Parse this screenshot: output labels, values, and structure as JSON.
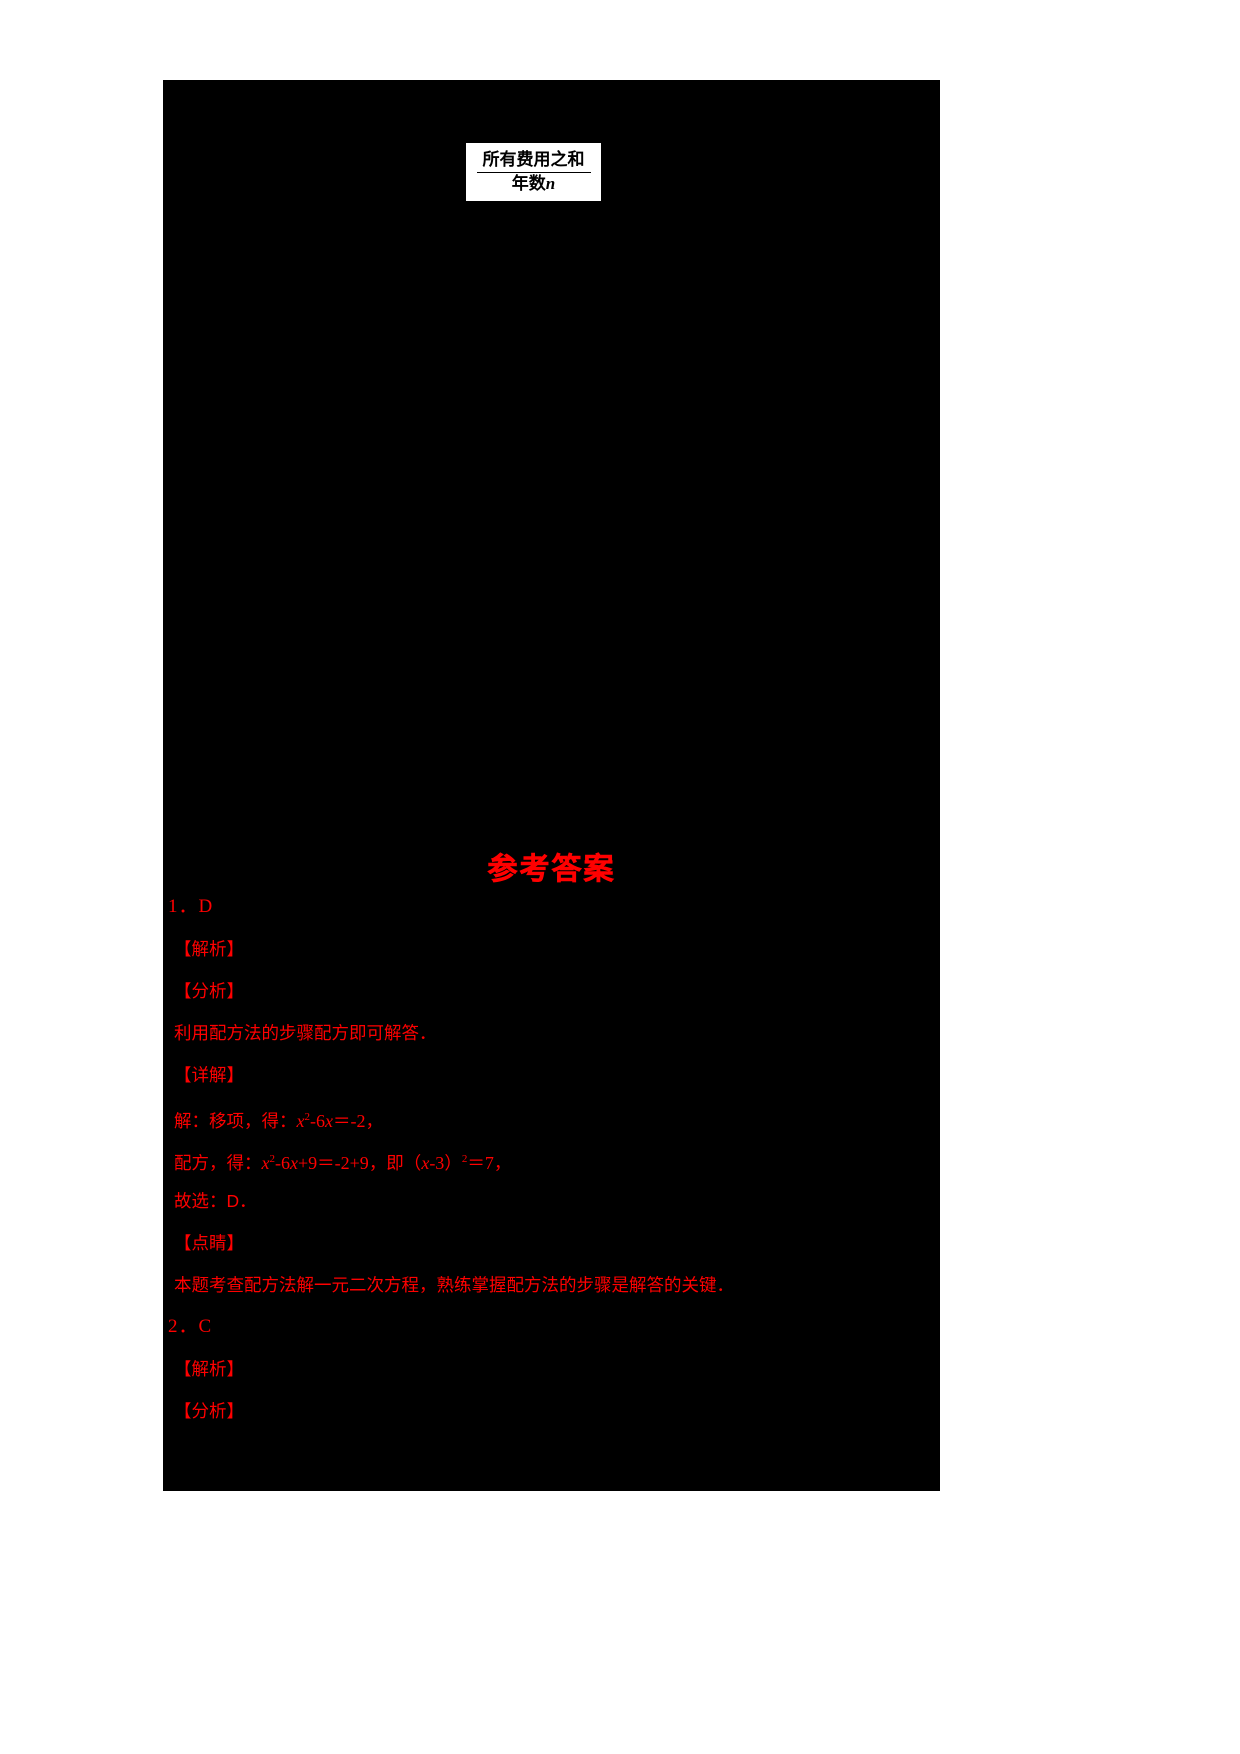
{
  "page": {
    "background_color": "#000000",
    "text_color": "#ff0000",
    "box_background": "#ffffff",
    "box_text_color": "#000000"
  },
  "formula": {
    "numerator": "所有费用之和",
    "denominator_text": "年数",
    "denominator_var": "n"
  },
  "answer_key": {
    "title": "参考答案",
    "lines": [
      {
        "kind": "num",
        "text": "1．D"
      },
      {
        "kind": "tag",
        "text": "【解析】"
      },
      {
        "kind": "tag",
        "text": "【分析】"
      },
      {
        "kind": "body",
        "text": "利用配方法的步骤配方即可解答．"
      },
      {
        "kind": "tag",
        "text": "【详解】"
      },
      {
        "kind": "math",
        "text": "解：移项，得：x2-6x＝-2，",
        "parts": [
          {
            "t": "解：移项，得：",
            "s": "han"
          },
          {
            "t": "x",
            "s": "var"
          },
          {
            "t": "2",
            "s": "sup"
          },
          {
            "t": "-6",
            "s": "num"
          },
          {
            "t": "x",
            "s": "var"
          },
          {
            "t": "＝",
            "s": "han"
          },
          {
            "t": "-2",
            "s": "num"
          },
          {
            "t": "，",
            "s": "han"
          }
        ]
      },
      {
        "kind": "math",
        "text": "配方，得：x2-6x+9＝-2+9，即（x-3）2＝7，",
        "parts": [
          {
            "t": "配方，得：",
            "s": "han"
          },
          {
            "t": "x",
            "s": "var"
          },
          {
            "t": "2",
            "s": "sup"
          },
          {
            "t": "-6",
            "s": "num"
          },
          {
            "t": "x",
            "s": "var"
          },
          {
            "t": "+9",
            "s": "num"
          },
          {
            "t": "＝",
            "s": "han"
          },
          {
            "t": "-2+9",
            "s": "num"
          },
          {
            "t": "，即（",
            "s": "han"
          },
          {
            "t": "x",
            "s": "var"
          },
          {
            "t": "-3",
            "s": "num"
          },
          {
            "t": "）",
            "s": "han"
          },
          {
            "t": "2",
            "s": "sup"
          },
          {
            "t": "＝",
            "s": "han"
          },
          {
            "t": "7",
            "s": "num"
          },
          {
            "t": "，",
            "s": "han"
          }
        ]
      },
      {
        "kind": "body",
        "text": "故选：D．"
      },
      {
        "kind": "tag",
        "text": "【点睛】"
      },
      {
        "kind": "body",
        "text": "本题考查配方法解一元二次方程，熟练掌握配方法的步骤是解答的关键．"
      },
      {
        "kind": "num",
        "text": "2．C"
      },
      {
        "kind": "tag",
        "text": "【解析】"
      },
      {
        "kind": "tag",
        "text": "【分析】"
      }
    ]
  }
}
